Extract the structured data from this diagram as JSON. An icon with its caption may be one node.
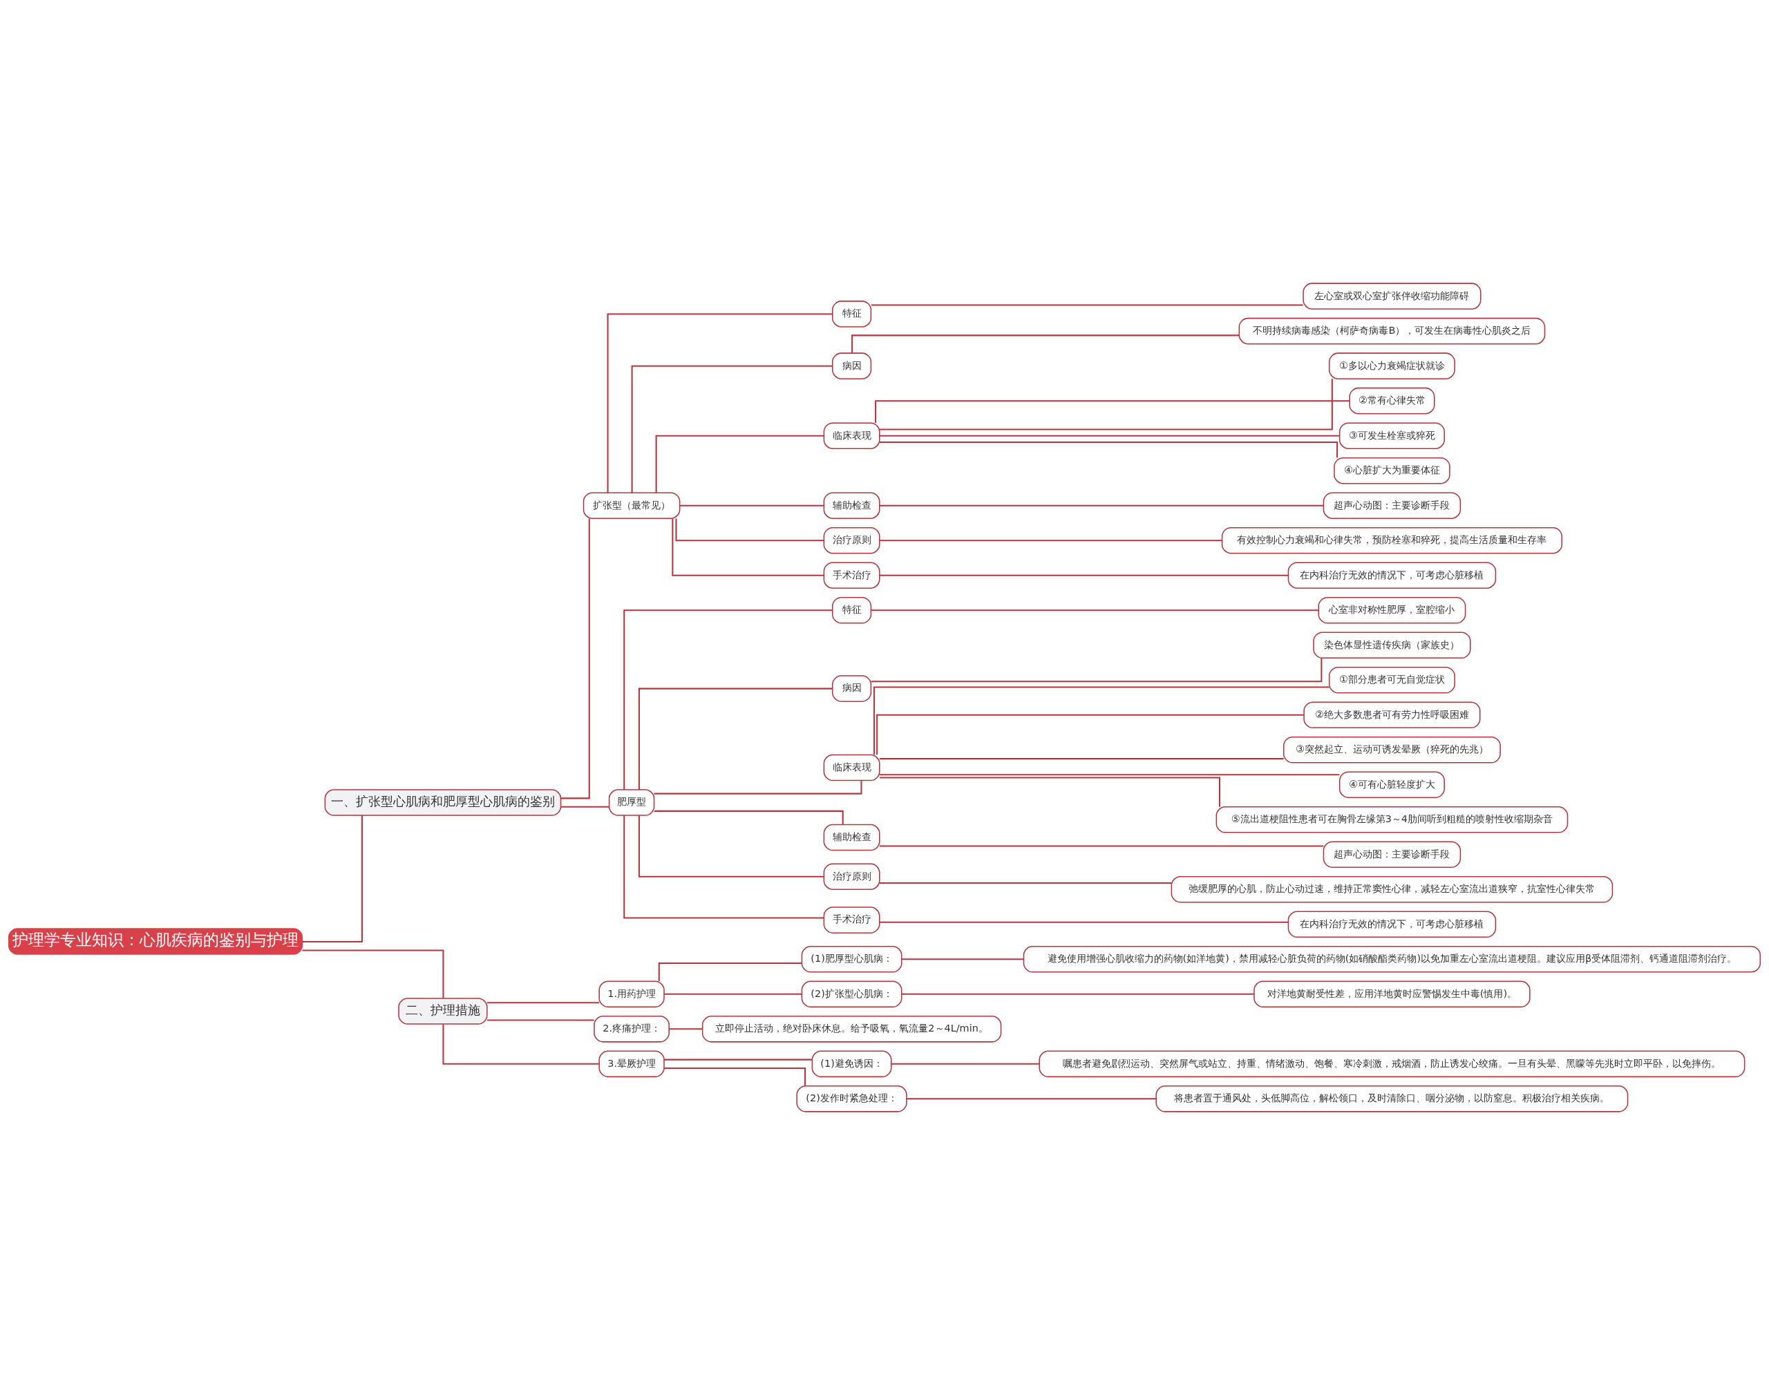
{
  "diagram": {
    "nodes": [
      {
        "text": [
          "护理学专业知识：心肌疾病的鉴别与护理"
        ]
      },
      {
        "text": [
          "一、扩张型心肌病和肥厚型心肌病的鉴别"
        ]
      },
      {
        "text": [
          "扩张型（最常见）"
        ]
      },
      {
        "text": [
          "特征"
        ]
      },
      {
        "text": [
          "左心室或双心室扩张伴收缩功能障碍"
        ]
      },
      {
        "text": [
          "病因"
        ]
      },
      {
        "text": [
          "不明持续病毒感染（柯萨奇病毒B），可发生在病毒性心肌炎之后"
        ]
      },
      {
        "text": [
          "临床表现"
        ]
      },
      {
        "text": [
          "①多以心力衰竭症状就诊"
        ]
      },
      {
        "text": [
          "②常有心律失常"
        ]
      },
      {
        "text": [
          "③可发生栓塞或猝死"
        ]
      },
      {
        "text": [
          "④心脏扩大为重要体征"
        ]
      },
      {
        "text": [
          "辅助检查"
        ]
      },
      {
        "text": [
          "超声心动图：主要诊断手段"
        ]
      },
      {
        "text": [
          "治疗原则"
        ]
      },
      {
        "text": [
          "有效控制心力衰竭和心律失常，预防栓塞和猝死，提高生活质量和生存率"
        ]
      },
      {
        "text": [
          "手术治疗"
        ]
      },
      {
        "text": [
          "在内科治疗无效的情况下，可考虑心脏移植"
        ]
      },
      {
        "text": [
          "肥厚型"
        ]
      },
      {
        "text": [
          "特征"
        ]
      },
      {
        "text": [
          "心室非对称性肥厚，室腔缩小"
        ]
      },
      {
        "text": [
          "病因"
        ]
      },
      {
        "text": [
          "染色体显性遗传疾病（家族史）"
        ]
      },
      {
        "text": [
          "临床表现"
        ]
      },
      {
        "text": [
          "①部分患者可无自觉症状"
        ]
      },
      {
        "text": [
          "②绝大多数患者可有劳力性呼吸困难"
        ]
      },
      {
        "text": [
          "③突然起立、运动可诱发晕厥（猝死的先兆）"
        ]
      },
      {
        "text": [
          "④可有心脏轻度扩大"
        ]
      },
      {
        "text": [
          "⑤流出道梗阻性患者可在胸骨左缘第3～4肋间听到粗糙的喷射性收缩期杂音"
        ]
      },
      {
        "text": [
          "辅助检查"
        ]
      },
      {
        "text": [
          "超声心动图：主要诊断手段"
        ]
      },
      {
        "text": [
          "治疗原则"
        ]
      },
      {
        "text": [
          "弛缓肥厚的心肌，防止心动过速，维持正常窦性心律，减轻左心室流出道狭窄，抗室性心律失常"
        ]
      },
      {
        "text": [
          "手术治疗"
        ]
      },
      {
        "text": [
          "在内科治疗无效的情况下，可考虑心脏移植"
        ]
      },
      {
        "text": [
          "二、护理措施"
        ]
      },
      {
        "text": [
          "1.用药护理"
        ]
      },
      {
        "text": [
          "(1)肥厚型心肌病："
        ]
      },
      {
        "text": [
          "避免使用增强心肌收缩力的药物(如洋地黄)，禁用减轻心脏负荷的药物(如硝酸酯类药物)以免加重左心室流出道梗阻。建议应用β受体阻滞剂、钙通道阻滞剂治疗。"
        ]
      },
      {
        "text": [
          "(2)扩张型心肌病："
        ]
      },
      {
        "text": [
          "对洋地黄耐受性差，应用洋地黄时应警惕发生中毒(慎用)。"
        ]
      },
      {
        "text": [
          "2.疼痛护理："
        ]
      },
      {
        "text": [
          "立即停止活动，绝对卧床休息。给予吸氧，氧流量2～4L/min。"
        ]
      },
      {
        "text": [
          "3.晕厥护理"
        ]
      },
      {
        "text": [
          "(1)避免诱因："
        ]
      },
      {
        "text": [
          "嘱患者避免剧烈运动、突然屏气或站立、持重、情绪激动、饱餐、寒冷刺激，戒烟酒，防止诱发心绞痛。一旦有头晕、黑矇等先兆时立即平卧，以免摔伤。"
        ]
      },
      {
        "text": [
          "(2)发作时紧急处理："
        ]
      },
      {
        "text": [
          "将患者置于通风处，头低脚高位，解松领口，及时清除口、咽分泌物，以防窒息。积极治疗相关疾病。"
        ]
      }
    ],
    "edges": [
      {
        "from": 0,
        "to": 1,
        "arrow": "none"
      },
      {
        "from": 1,
        "to": 2,
        "arrow": "none"
      },
      {
        "from": 2,
        "to": 3,
        "arrow": "none"
      },
      {
        "from": 3,
        "to": 4,
        "arrow": "none"
      },
      {
        "from": 2,
        "to": 5,
        "arrow": "none"
      },
      {
        "from": 5,
        "to": 6,
        "arrow": "none"
      },
      {
        "from": 2,
        "to": 7,
        "arrow": "none"
      },
      {
        "from": 7,
        "to": 8,
        "arrow": "none"
      },
      {
        "from": 7,
        "to": 9,
        "arrow": "none"
      },
      {
        "from": 7,
        "to": 10,
        "arrow": "none"
      },
      {
        "from": 7,
        "to": 11,
        "arrow": "none"
      },
      {
        "from": 2,
        "to": 12,
        "arrow": "none"
      },
      {
        "from": 12,
        "to": 13,
        "arrow": "none"
      },
      {
        "from": 2,
        "to": 14,
        "arrow": "none"
      },
      {
        "from": 14,
        "to": 15,
        "arrow": "none"
      },
      {
        "from": 2,
        "to": 16,
        "arrow": "none"
      },
      {
        "from": 16,
        "to": 17,
        "arrow": "none"
      },
      {
        "from": 1,
        "to": 18,
        "arrow": "none"
      },
      {
        "from": 18,
        "to": 19,
        "arrow": "none"
      },
      {
        "from": 19,
        "to": 20,
        "arrow": "none"
      },
      {
        "from": 18,
        "to": 21,
        "arrow": "none"
      },
      {
        "from": 21,
        "to": 22,
        "arrow": "none"
      },
      {
        "from": 18,
        "to": 23,
        "arrow": "none"
      },
      {
        "from": 23,
        "to": 24,
        "arrow": "none"
      },
      {
        "from": 23,
        "to": 25,
        "arrow": "none"
      },
      {
        "from": 23,
        "to": 26,
        "arrow": "none"
      },
      {
        "from": 23,
        "to": 27,
        "arrow": "none"
      },
      {
        "from": 23,
        "to": 28,
        "arrow": "none"
      },
      {
        "from": 18,
        "to": 29,
        "arrow": "none"
      },
      {
        "from": 29,
        "to": 30,
        "arrow": "none"
      },
      {
        "from": 18,
        "to": 31,
        "arrow": "none"
      },
      {
        "from": 31,
        "to": 32,
        "arrow": "none"
      },
      {
        "from": 18,
        "to": 33,
        "arrow": "none"
      },
      {
        "from": 33,
        "to": 34,
        "arrow": "none"
      },
      {
        "from": 0,
        "to": 35,
        "arrow": "none"
      },
      {
        "from": 35,
        "to": 36,
        "arrow": "none"
      },
      {
        "from": 36,
        "to": 37,
        "arrow": "none"
      },
      {
        "from": 37,
        "to": 38,
        "arrow": "none"
      },
      {
        "from": 36,
        "to": 39,
        "arrow": "none"
      },
      {
        "from": 39,
        "to": 40,
        "arrow": "none"
      },
      {
        "from": 35,
        "to": 41,
        "arrow": "none"
      },
      {
        "from": 41,
        "to": 42,
        "arrow": "none"
      },
      {
        "from": 35,
        "to": 43,
        "arrow": "none"
      },
      {
        "from": 43,
        "to": 44,
        "arrow": "none"
      },
      {
        "from": 44,
        "to": 45,
        "arrow": "none"
      },
      {
        "from": 43,
        "to": 46,
        "arrow": "none"
      },
      {
        "from": 46,
        "to": 47,
        "arrow": "none"
      }
    ]
  }
}
